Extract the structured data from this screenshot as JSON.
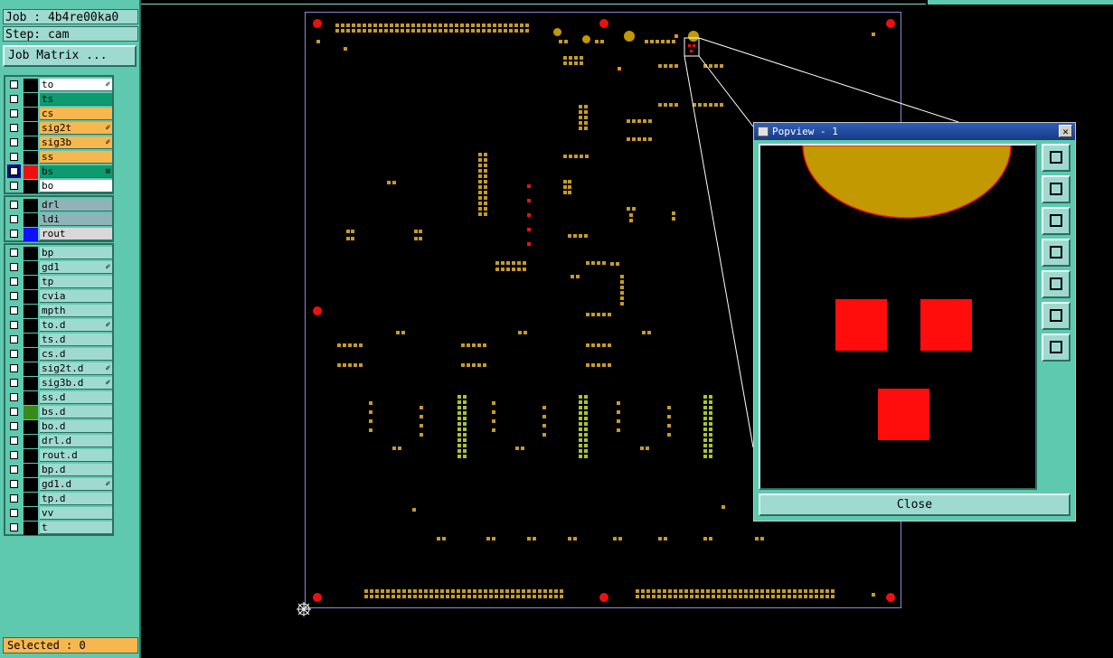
{
  "job_label": "Job : 4b4re00ka0",
  "step_label": "Step: cam",
  "job_matrix_button": "Job Matrix ...",
  "colors": {
    "panel": "#5ec9ae",
    "layer_ts": "#0e9a70",
    "layer_orange": "#f7b74f",
    "layer_teal": "#9fdad0",
    "pad": "#c49a2b",
    "fiducial": "#ee1010"
  },
  "layers_group1": [
    {
      "name": "to",
      "bg": "#ffffff",
      "flag": "✐"
    },
    {
      "name": "ts",
      "bg": "#0e9a70",
      "flag": ""
    },
    {
      "name": "cs",
      "bg": "#f7b74f",
      "flag": ""
    },
    {
      "name": "sig2t",
      "bg": "#f7b74f",
      "flag": "✐"
    },
    {
      "name": "sig3b",
      "bg": "#f7b74f",
      "flag": "✐"
    },
    {
      "name": "ss",
      "bg": "#f7b74f",
      "flag": ""
    },
    {
      "name": "bs",
      "bg": "#0e9a70",
      "flag": "⊞",
      "color": "#ee1010",
      "active": true
    },
    {
      "name": "bo",
      "bg": "#ffffff",
      "flag": ""
    }
  ],
  "layers_group2": [
    {
      "name": "drl",
      "bg": "#8fb3b8",
      "flag": ""
    },
    {
      "name": "ldi",
      "bg": "#8fb3b8",
      "flag": ""
    },
    {
      "name": "rout",
      "bg": "#d8d8d8",
      "flag": "",
      "color": "#1010ff"
    }
  ],
  "layers_group3": [
    {
      "name": "bp",
      "bg": "#9fdad0",
      "flag": ""
    },
    {
      "name": "gd1",
      "bg": "#9fdad0",
      "flag": "✐"
    },
    {
      "name": "tp",
      "bg": "#9fdad0",
      "flag": ""
    },
    {
      "name": "cvia",
      "bg": "#9fdad0",
      "flag": ""
    },
    {
      "name": "mpth",
      "bg": "#9fdad0",
      "flag": ""
    },
    {
      "name": "to.d",
      "bg": "#9fdad0",
      "flag": "✐"
    },
    {
      "name": "ts.d",
      "bg": "#9fdad0",
      "flag": ""
    },
    {
      "name": "cs.d",
      "bg": "#9fdad0",
      "flag": ""
    },
    {
      "name": "sig2t.d",
      "bg": "#9fdad0",
      "flag": "✐"
    },
    {
      "name": "sig3b.d",
      "bg": "#9fdad0",
      "flag": "✐"
    },
    {
      "name": "ss.d",
      "bg": "#9fdad0",
      "flag": ""
    },
    {
      "name": "bs.d",
      "bg": "#9fdad0",
      "flag": "",
      "color": "#3a8a1a"
    },
    {
      "name": "bo.d",
      "bg": "#9fdad0",
      "flag": ""
    },
    {
      "name": "drl.d",
      "bg": "#9fdad0",
      "flag": ""
    },
    {
      "name": "rout.d",
      "bg": "#9fdad0",
      "flag": ""
    },
    {
      "name": "bp.d",
      "bg": "#9fdad0",
      "flag": ""
    },
    {
      "name": "gd1.d",
      "bg": "#9fdad0",
      "flag": "✐"
    },
    {
      "name": "tp.d",
      "bg": "#9fdad0",
      "flag": ""
    },
    {
      "name": "vv",
      "bg": "#9fdad0",
      "flag": ""
    },
    {
      "name": "t",
      "bg": "#9fdad0",
      "flag": ""
    }
  ],
  "selected_label": "Selected : 0",
  "popview": {
    "title": "Popview - 1",
    "close_label": "Close",
    "close_x": "✕",
    "tools": [
      "zoom-window-icon",
      "pan-up-icon",
      "pan-down-icon",
      "pan-left-icon",
      "pan-right-icon",
      "zoom-in-icon",
      "zoom-out-icon"
    ]
  }
}
